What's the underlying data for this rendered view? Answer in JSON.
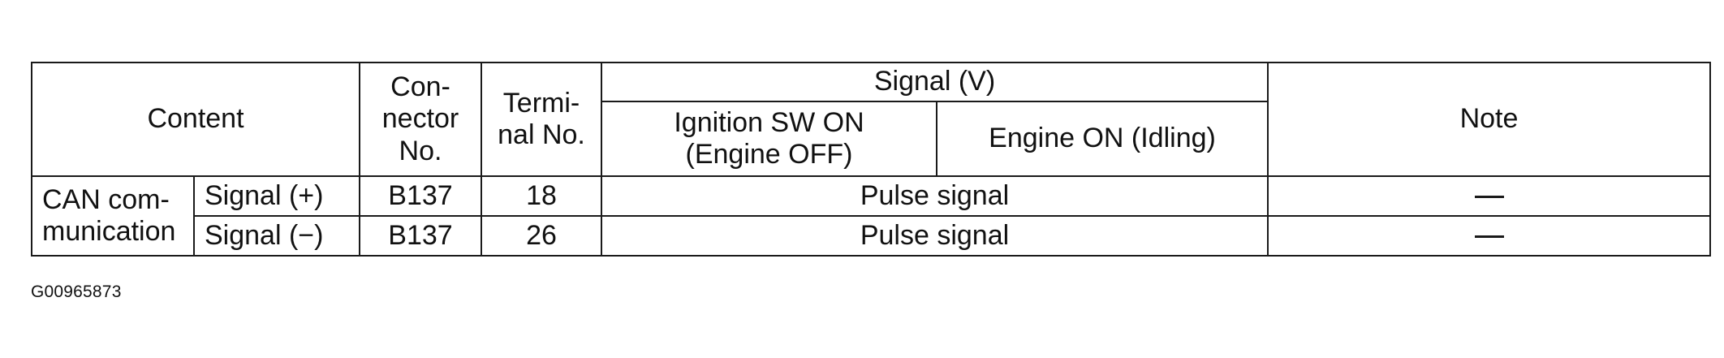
{
  "table": {
    "headers": {
      "content": "Content",
      "connector_no": "Con-\nnector\nNo.",
      "terminal_no": "Termi-\nnal No.",
      "signal": "Signal (V)",
      "signal_sub": [
        "Ignition SW ON\n(Engine OFF)",
        "Engine ON (Idling)"
      ],
      "note": "Note"
    },
    "group_label": "CAN com-\nmunication",
    "rows": [
      {
        "item": "Signal (+)",
        "connector": "B137",
        "terminal": "18",
        "signal": "Pulse signal",
        "note": "—"
      },
      {
        "item": "Signal (−)",
        "connector": "B137",
        "terminal": "26",
        "signal": "Pulse signal",
        "note": "—"
      }
    ]
  },
  "figure_id": "G00965873"
}
